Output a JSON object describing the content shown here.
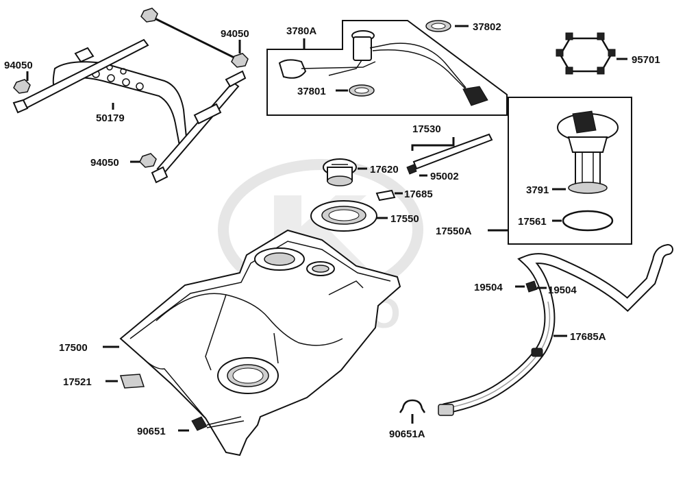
{
  "watermark": {
    "brand": "KYMCO"
  },
  "labels": {
    "p94050_left": "94050",
    "p94050_top": "94050",
    "p94050_bottom": "94050",
    "p50179": "50179",
    "p3780A": "3780A",
    "p37802": "37802",
    "p37801": "37801",
    "p95701": "95701",
    "p17530": "17530",
    "p17620": "17620",
    "p95002": "95002",
    "p17685": "17685",
    "p17550": "17550",
    "p17550A": "17550A",
    "p3791": "3791",
    "p17561": "17561",
    "p19504_left": "19504",
    "p19504_right": "19504",
    "p17685A": "17685A",
    "p17500": "17500",
    "p17521": "17521",
    "p90651": "90651",
    "p90651A": "90651A"
  }
}
